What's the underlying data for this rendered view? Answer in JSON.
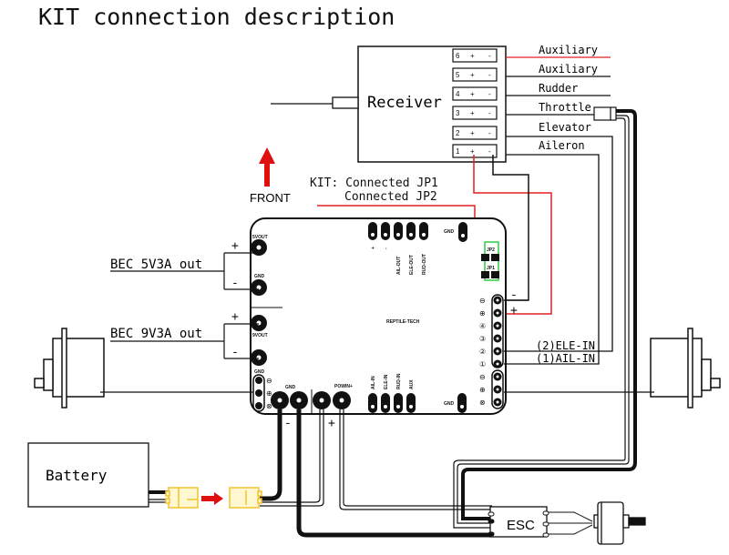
{
  "title": "KIT connection description",
  "receiver": {
    "label": "Receiver",
    "channels": [
      {
        "num": "6",
        "plus": "+",
        "minus": "-",
        "name": "Auxiliary"
      },
      {
        "num": "5",
        "plus": "+",
        "minus": "-",
        "name": "Auxiliary"
      },
      {
        "num": "4",
        "plus": "+",
        "minus": "-",
        "name": "Rudder"
      },
      {
        "num": "3",
        "plus": "+",
        "minus": "-",
        "name": "Throttle"
      },
      {
        "num": "2",
        "plus": "+",
        "minus": "-",
        "name": "Elevator"
      },
      {
        "num": "1",
        "plus": "+",
        "minus": "-",
        "name": "Aileron"
      }
    ]
  },
  "front": {
    "label": "FRONT",
    "arrow_color": "#e01010"
  },
  "kit_note": {
    "line1": "KIT: Connected JP1",
    "line2": "Connected JP2"
  },
  "board": {
    "brand": "REPTILE-TECH",
    "top_pins": [
      "+",
      "-",
      "AIL-OUT",
      "ELE-OUT",
      "RUD-OUT"
    ],
    "top_gnd": "GND",
    "jumpers": [
      "JP2",
      "JP1"
    ],
    "left_labels": {
      "v5": "5VOUT",
      "gnd1": "GND",
      "v9": "9VOUT",
      "gnd2": "GND"
    },
    "bottom_left": {
      "gnd": "GND",
      "powin": "POWIN+",
      "minus": "-",
      "plus": "+"
    },
    "bottom_pins": [
      "AIL-IN",
      "ELE-IN",
      "RUD-IN",
      "AUX"
    ],
    "bottom_gnd": "GND",
    "right_inputs": {
      "ele": "(2)ELE-IN",
      "ail": "(1)AIL-IN",
      "minus": "-",
      "plus": "+"
    }
  },
  "bec": {
    "out5": "BEC 5V3A out",
    "out9": "BEC 9V3A out",
    "plus": "+",
    "minus": "-"
  },
  "battery": {
    "label": "Battery"
  },
  "esc": {
    "label": "ESC"
  },
  "colors": {
    "wire_red": "#e02020",
    "jumper_green": "#2ecc40",
    "connector_yellow": "#f2c230",
    "line": "#111111"
  }
}
